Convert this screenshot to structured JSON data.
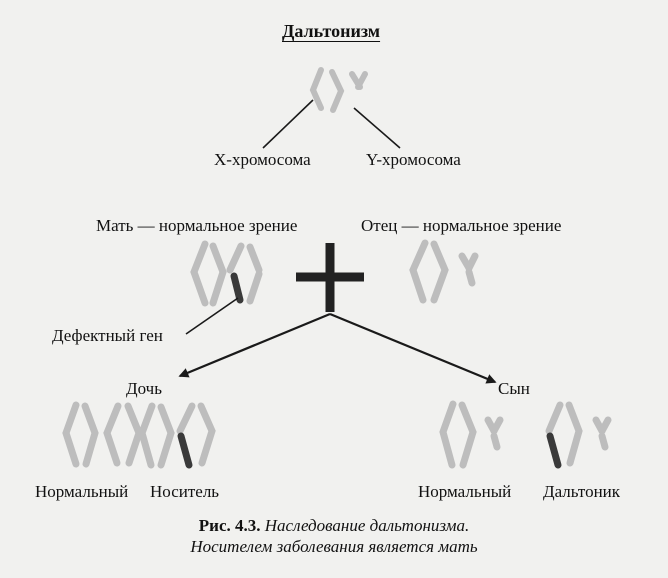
{
  "diagram": {
    "title": "Дальтонизм",
    "x_chromosome": "Х-хромосома",
    "y_chromosome": "Y-хромосома",
    "mother": "Мать — нормальное зрение",
    "father": "Отец — нормальное зрение",
    "defective_gene": "Дефектный ген",
    "daughter": "Дочь",
    "son": "Сын",
    "normal_daughter": "Нормальный",
    "carrier": "Носитель",
    "normal_son": "Нормальный",
    "colorblind": "Дальтоник"
  },
  "caption": {
    "figure_label": "Рис. 4.3.",
    "line1": "Наследование дальтонизма.",
    "line2": "Носителем заболевания является мать"
  },
  "colors": {
    "chromosome": "#bdbdbd",
    "defect": "#3a3a3a",
    "lines": "#1a1a1a",
    "background": "#f1f1ef"
  }
}
